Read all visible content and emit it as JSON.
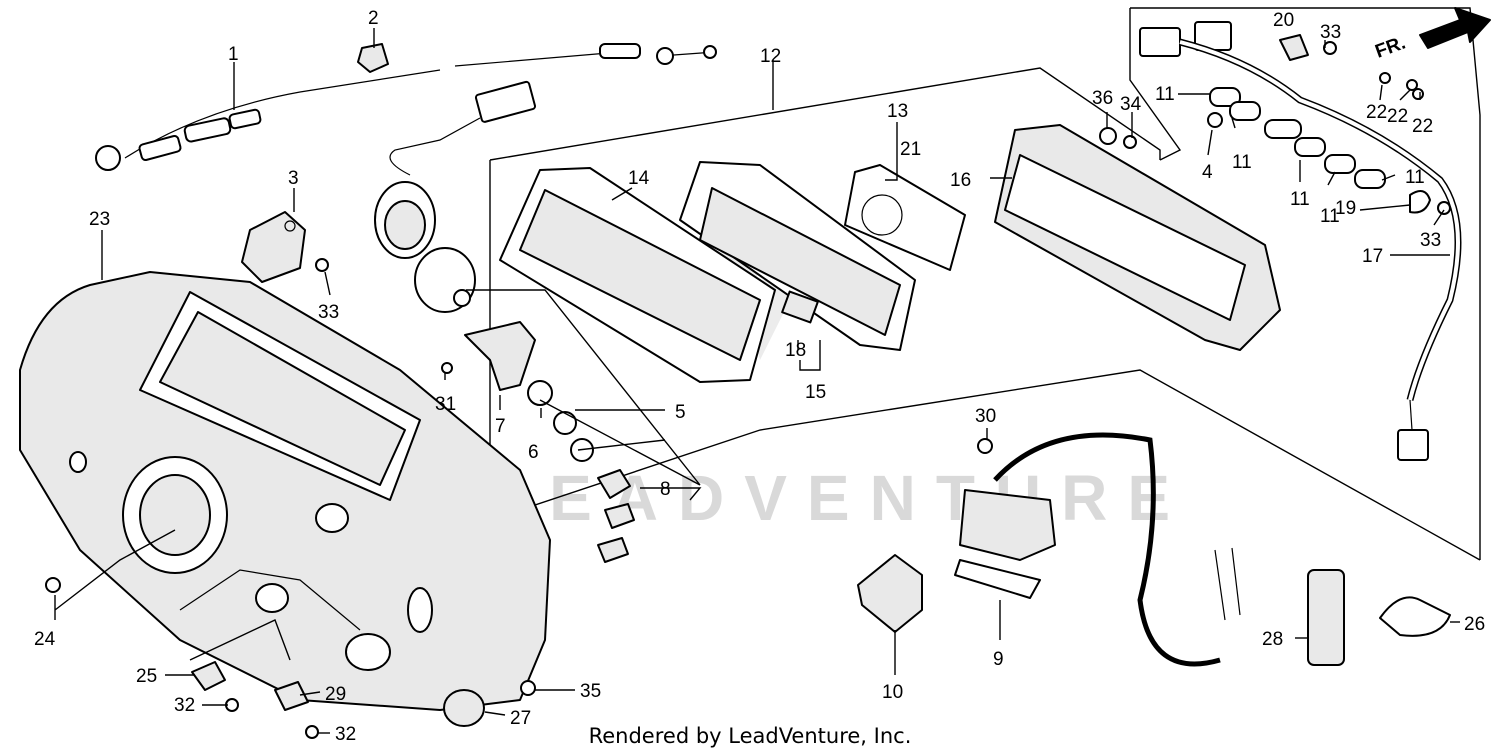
{
  "watermark": "LEADVENTURE",
  "credit": "Rendered by LeadVenture, Inc.",
  "front_arrow_label": "FR.",
  "labels": {
    "p1": "1",
    "p2": "2",
    "p3": "3",
    "p4": "4",
    "p5": "5",
    "p6": "6",
    "p7": "7",
    "p8": "8",
    "p9": "9",
    "p10": "10",
    "p11a": "11",
    "p11b": "11",
    "p11c": "11",
    "p11d": "11",
    "p11e": "11",
    "p12": "12",
    "p13": "13",
    "p14": "14",
    "p15": "15",
    "p16": "16",
    "p17": "17",
    "p18": "18",
    "p19": "19",
    "p20": "20",
    "p21": "21",
    "p22a": "22",
    "p22b": "22",
    "p22c": "22",
    "p23": "23",
    "p24": "24",
    "p25": "25",
    "p26": "26",
    "p27": "27",
    "p28": "28",
    "p29": "29",
    "p30": "30",
    "p31": "31",
    "p32a": "32",
    "p32b": "32",
    "p33a": "33",
    "p33b": "33",
    "p33c": "33",
    "p34": "34",
    "p35": "35",
    "p36": "36"
  }
}
